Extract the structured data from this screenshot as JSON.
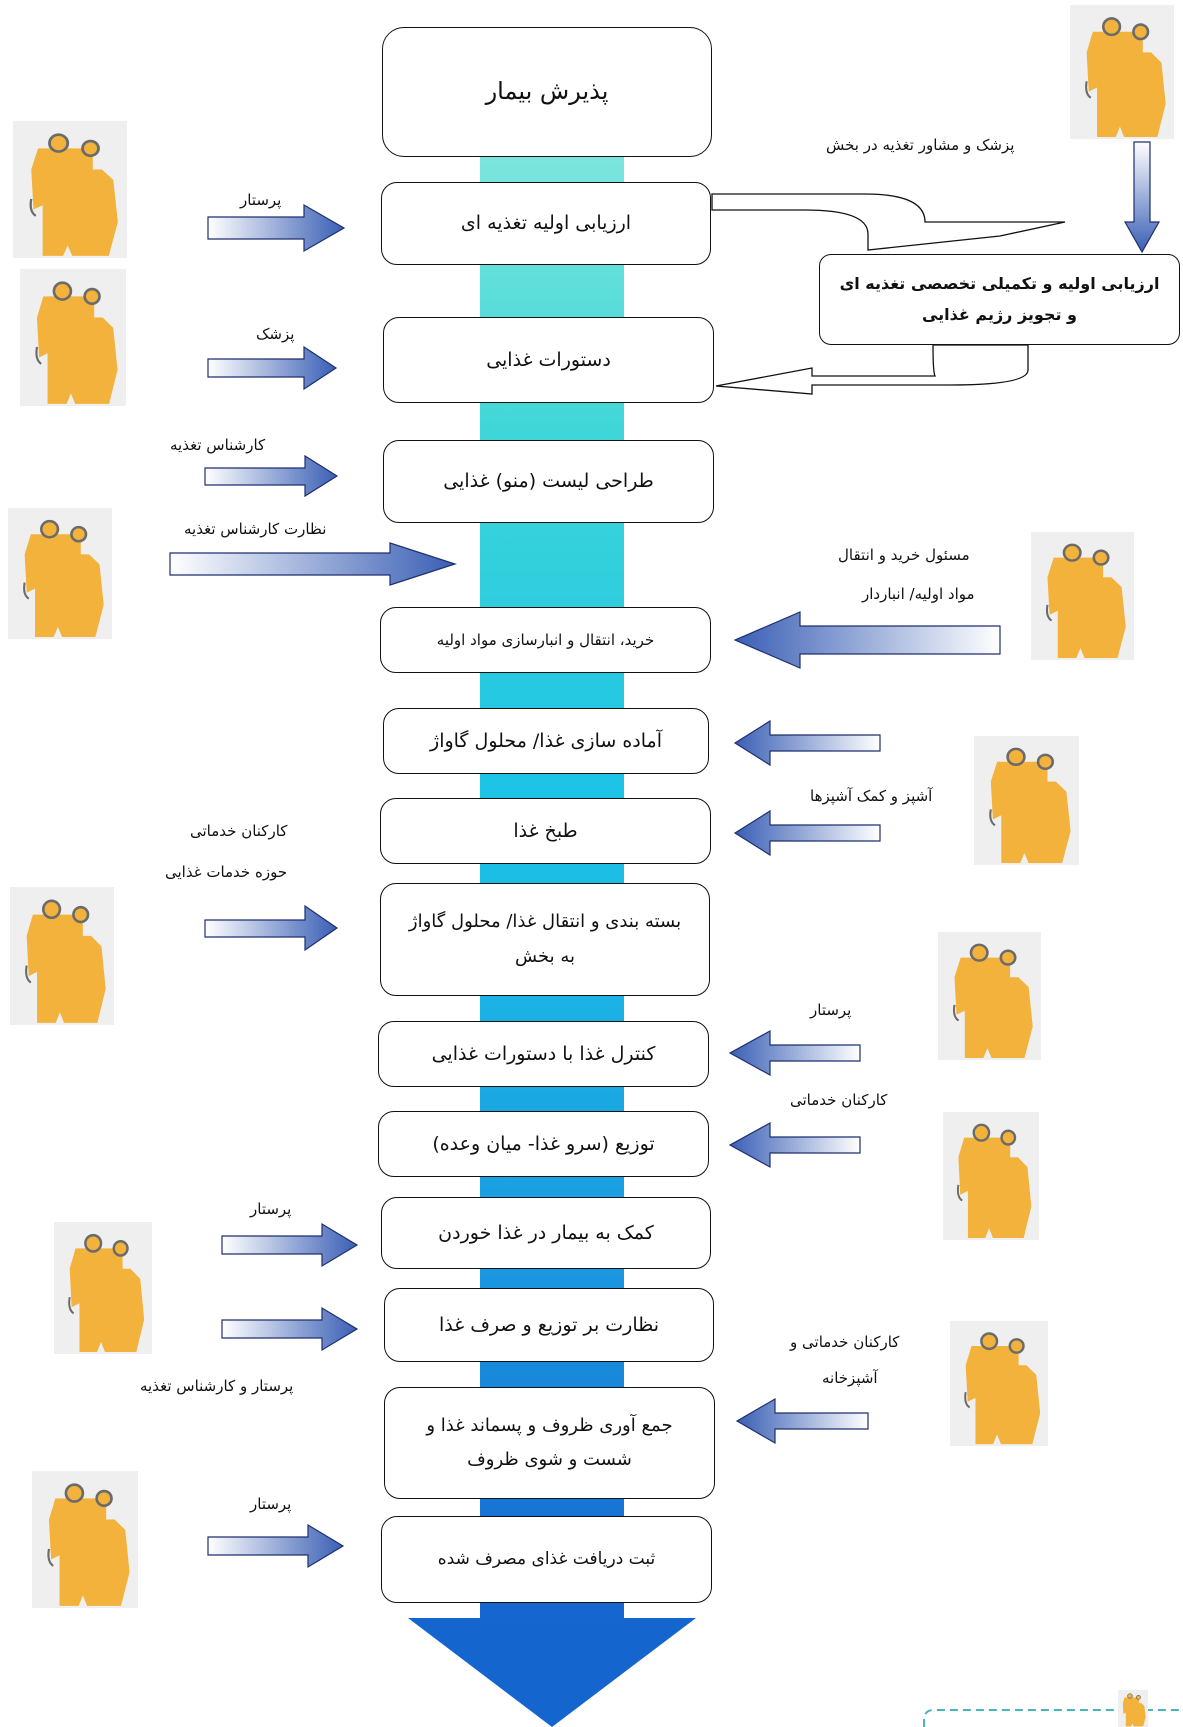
{
  "stages": {
    "s0": "پذیرش بیمار",
    "s1": "ارزیابی اولیه تغذیه ای",
    "s2": "دستورات غذایی",
    "s3": "طراحی لیست (منو) غذایی",
    "s4": "خرید، انتقال و انبارسازی مواد اولیه",
    "s5": "آماده سازی غذا/ محلول گاواژ",
    "s6": "طبخ غذا",
    "s7": "بسته بندی و انتقال غذا/ محلول گاواژ به بخش",
    "s8": "کنترل غذا با دستورات غذایی",
    "s9": "توزیع (سرو غذا- میان وعده)",
    "s10": "کمک به بیمار در غذا خوردن",
    "s11": "نظارت بر توزیع و صرف غذا",
    "s12": "جمع آوری ظروف و پسماند غذا و شست و شوی ظروف",
    "s13": "ثبت دریافت غذای مصرف شده",
    "side": "ارزیابی اولیه و تکمیلی تخصصی تغذیه ای و تجویز رژیم غذایی"
  },
  "roles": {
    "nutrition_physician": "پزشک و مشاور تغذیه در بخش",
    "nurse": "پرستار",
    "physician": "پزشک",
    "nutritionist": "کارشناس تغذیه",
    "nutritionist_supervision": "نظارت کارشناس تغذیه",
    "purchasing_1": "مسئول خرید و انتقال",
    "purchasing_2": "مواد اولیه/ انباردار",
    "cooks": "آشپز و کمک آشپزها",
    "service_staff_1": "کارکنان خدماتی",
    "service_staff_2": "حوزه خدمات غذایی",
    "service_staff": "کارکنان خدماتی",
    "service_kitchen_1": "کارکنان خدماتی و",
    "service_kitchen_2": "آشپزخانه",
    "nurse_nutritionist": "پرستار و کارشناس تغذیه"
  },
  "colors": {
    "spine_top": "#63e0d6",
    "spine_bottom": "#1a7fe0",
    "person": "#f2b23c",
    "arrow_dark": "#3a5fb5"
  },
  "icons": [
    "person-pair-icon"
  ]
}
